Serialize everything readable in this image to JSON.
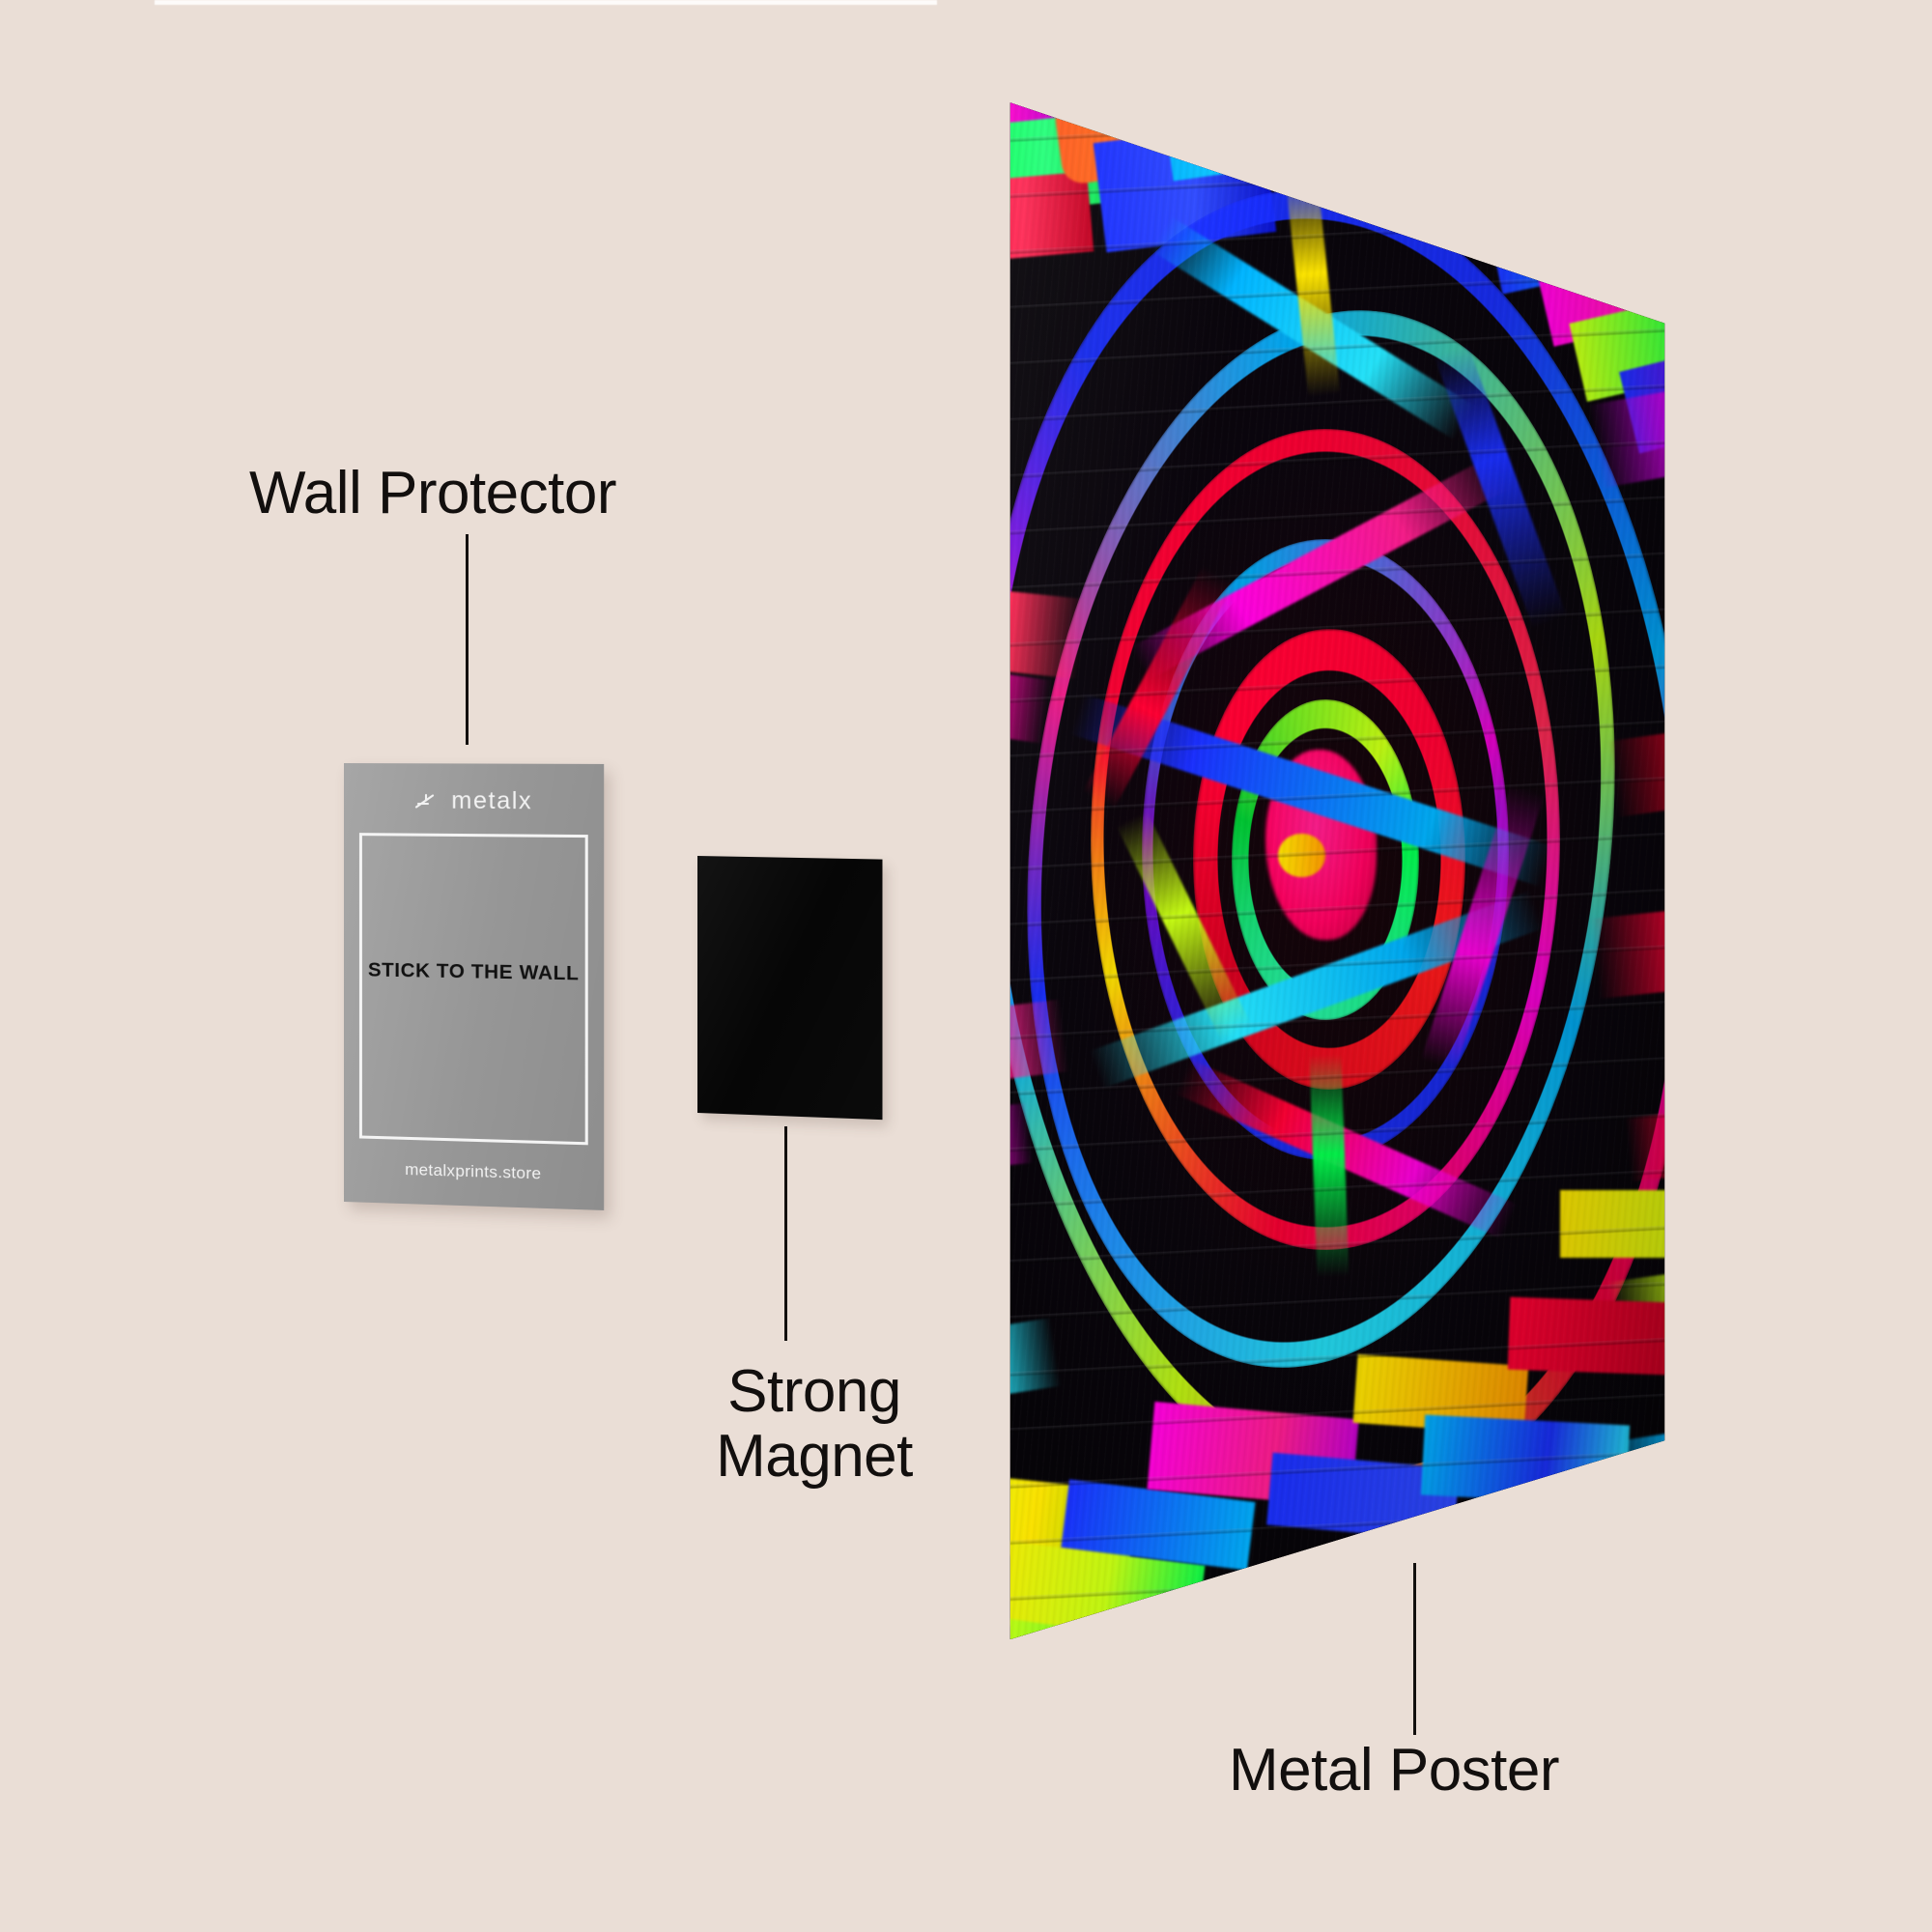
{
  "background": {
    "color": "#eaded6",
    "top_strip_color": "#fdfbfa"
  },
  "callouts": [
    {
      "id": "wall-protector",
      "label": "Wall Protector"
    },
    {
      "id": "strong-magnet",
      "label": "Strong\nMagnet"
    },
    {
      "id": "metal-poster",
      "label": "Metal Poster"
    }
  ],
  "wall_protector_card": {
    "brand": "metalx",
    "brand_mark": "metalx-logo-icon",
    "center_text": "STICK TO THE WALL",
    "footer_text": "metalxprints.store",
    "card_color": "#9c9c9c",
    "frame_color": "#f4f4f4",
    "text_color": "#111111"
  },
  "magnet": {
    "color": "#060606"
  },
  "metal_poster": {
    "base_color": "#050406",
    "palette": [
      "#ff0033",
      "#ff1d8e",
      "#ff00e0",
      "#1a2fff",
      "#00b4ff",
      "#25e8ff",
      "#00ff4c",
      "#c8ff12",
      "#ffe600",
      "#ff5a1e",
      "#8a00c8",
      "#7a0015"
    ],
    "subject": "abstract neon spirograph painting on black brick wall"
  }
}
